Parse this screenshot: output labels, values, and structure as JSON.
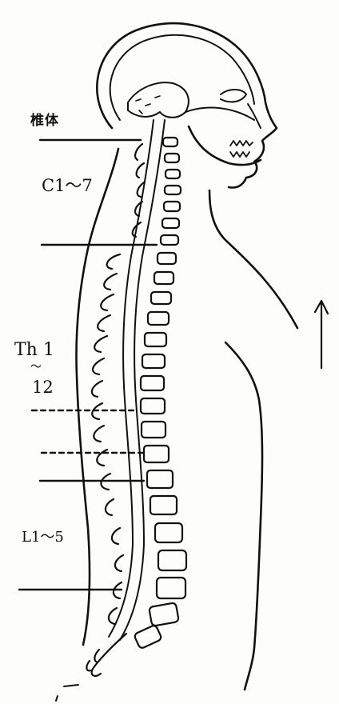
{
  "labels": {
    "vertebra": "椎体",
    "cervical": "C1～7",
    "thoracic": "Th 1",
    "thoracic_sep": "〜",
    "thoracic_end": "12",
    "lumbar": "L1～5"
  },
  "colors": {
    "ink": "#111111",
    "paper": "#fdfdfb"
  }
}
